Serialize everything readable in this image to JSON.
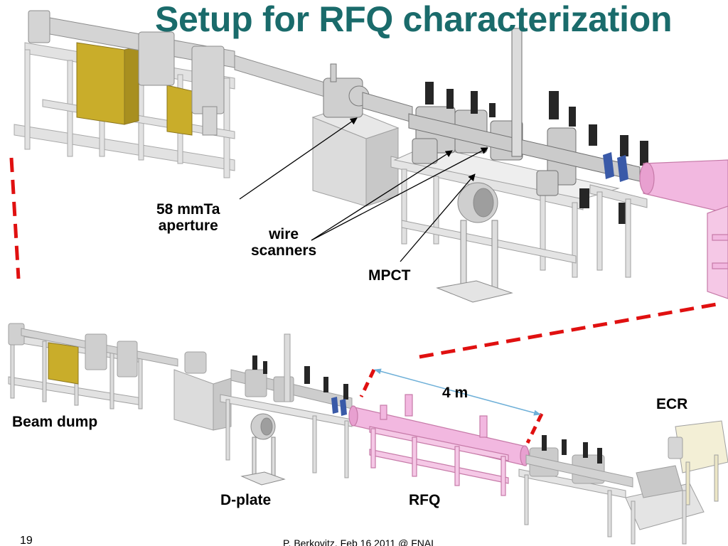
{
  "slide": {
    "title": "Setup for RFQ characterization",
    "page_number": "19",
    "footer": "P. Berkovitz, Feb 16 2011 @ FNAL"
  },
  "labels": {
    "aperture_line1": "58 mmTa",
    "aperture_line2": "aperture",
    "wire_line1": "wire",
    "wire_line2": "scanners",
    "mpct": "MPCT",
    "beam_dump": "Beam dump",
    "d_plate": "D-plate",
    "rfq": "RFQ",
    "length": "4 m",
    "ecr": "ECR"
  },
  "colors": {
    "title": "#1a6b6b",
    "rfq": "#f2b8e0",
    "dashed_guide": "#e01010",
    "dimension_line": "#6fb0d8",
    "equipment": "#d8d8d8",
    "shielding": "#c9ad2a"
  }
}
